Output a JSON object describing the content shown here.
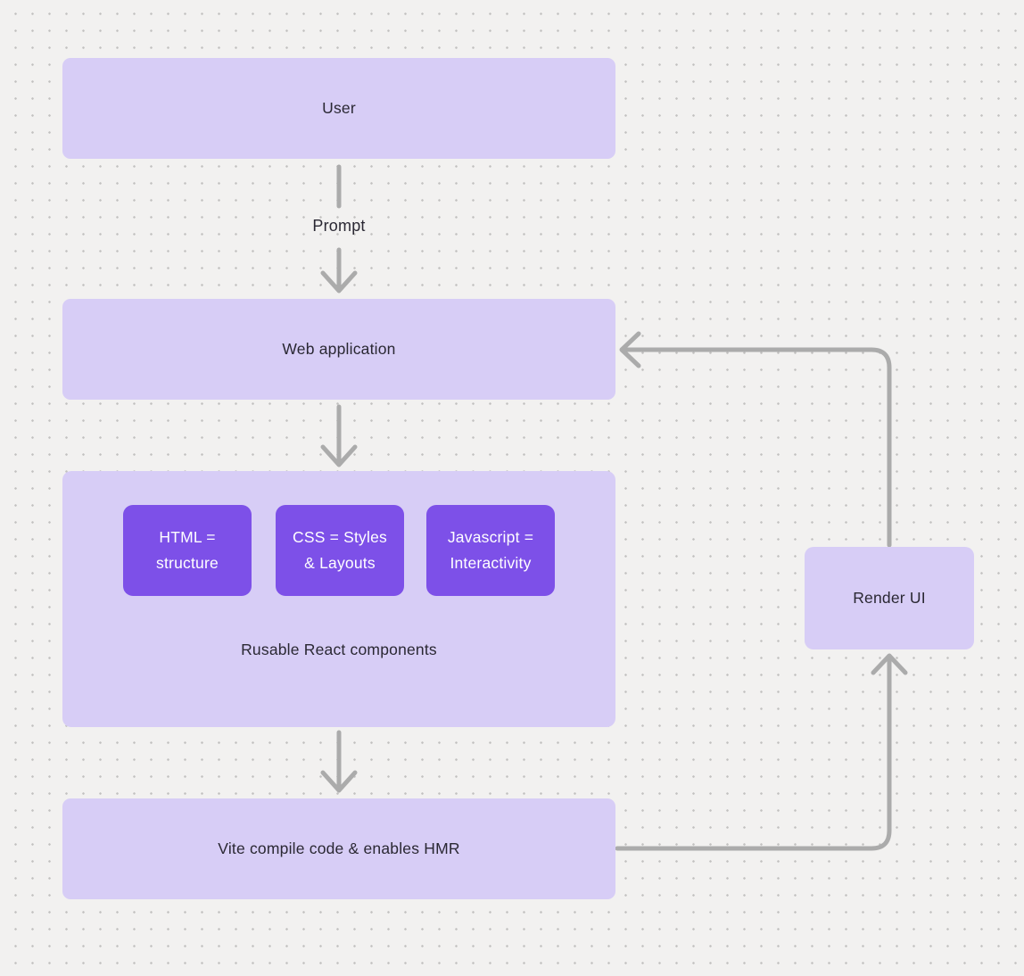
{
  "diagram": {
    "nodes": {
      "user": {
        "label": "User"
      },
      "web_application": {
        "label": "Web application"
      },
      "components_group": {
        "caption": "Rusable React components",
        "items": [
          {
            "lines": [
              "HTML =",
              "structure"
            ]
          },
          {
            "lines": [
              "CSS = Styles",
              "& Layouts"
            ]
          },
          {
            "lines": [
              "Javascript =",
              "Interactivity"
            ]
          }
        ]
      },
      "vite": {
        "label": "Vite compile code & enables HMR"
      },
      "render_ui": {
        "label": "Render UI"
      }
    },
    "edges": {
      "prompt_label": "Prompt"
    },
    "colors": {
      "background": "#f2f1f0",
      "dot_grid": "#c2c1c0",
      "node_fill": "#d7cdf6",
      "chip_fill": "#7d50e8",
      "connector": "#ababab",
      "text": "#2a2833",
      "chip_text": "#ffffff"
    }
  }
}
